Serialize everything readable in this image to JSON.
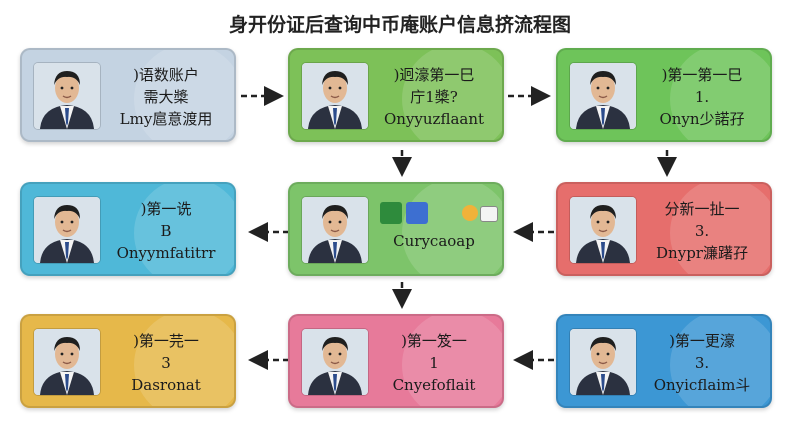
{
  "title": "身开份证后查询中币庵账户信息挤流程图",
  "colors": {
    "row1_col1": "#c4d3e2",
    "row1_col2": "#7dc158",
    "row1_col3": "#6ec45a",
    "row2_col1": "#4fb8d8",
    "row2_col2": "#7dc46a",
    "row2_col3": "#e66e6c",
    "row3_col1": "#e6b84a",
    "row3_col2": "#e77a9a",
    "row3_col3": "#3c97d4"
  },
  "cards": [
    {
      "lines": [
        ")语数账户",
        "需大槳",
        "Lmy扈意渡用"
      ]
    },
    {
      "lines": [
        ")迥濠第一巳",
        "庁1槳?",
        "Onyyuzflaant"
      ]
    },
    {
      "lines": [
        ")第一第一巳",
        "1.",
        "Onyn少諾孖"
      ]
    },
    {
      "lines": [
        ")第一诜",
        "B",
        "Onyymfatitrr"
      ]
    },
    {
      "lines": [
        "Curycaoap"
      ],
      "icons": [
        "green-app-icon",
        "person-card-icon",
        "coin-icon",
        "play-icon"
      ]
    },
    {
      "lines": [
        "分新一扯一",
        "3.",
        "Dnypr濂躇孖"
      ]
    },
    {
      "lines": [
        ")第一芫一",
        "3",
        "Dasronat"
      ]
    },
    {
      "lines": [
        ")第一笈一",
        "1",
        "Cnyefoflait"
      ]
    },
    {
      "lines": [
        ")第一更濠",
        "3.",
        "Onyicflaim斗"
      ]
    }
  ]
}
